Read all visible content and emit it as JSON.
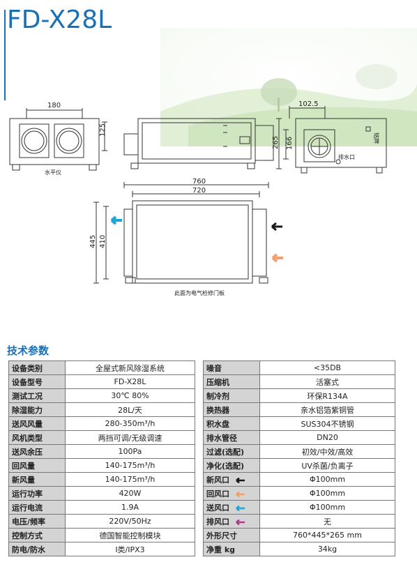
{
  "header": {
    "model": "FD-X28L"
  },
  "drawing": {
    "front_width": "180",
    "front_height": "125",
    "front_label": "水平仪",
    "side_height_outer": "265",
    "side_height_inner": "166",
    "side_offset": "102.5",
    "side_label_drain": "排水口",
    "side_label_tag": "铭牌",
    "top_width_outer": "760",
    "top_width_inner": "720",
    "top_height_outer": "445",
    "top_height_inner": "410",
    "top_caption": "此面为电气检修门板"
  },
  "specs": {
    "title": "技术参数",
    "left": [
      {
        "key": "设备类别",
        "value": "全屋式新风除湿系统"
      },
      {
        "key": "设备型号",
        "value": "FD-X28L"
      },
      {
        "key": "测试工况",
        "value": "30℃ 80%"
      },
      {
        "key": "除湿能力",
        "value": "28L/天"
      },
      {
        "key": "送风风量",
        "value": "280-350m³/h"
      },
      {
        "key": "风机类型",
        "value": "两挡可调/无级调速"
      },
      {
        "key": "送风余压",
        "value": "100Pa"
      },
      {
        "key": "回风量",
        "value": "140-175m³/h"
      },
      {
        "key": "新风量",
        "value": "140-175m³/h"
      },
      {
        "key": "运行功率",
        "value": "420W"
      },
      {
        "key": "运行电流",
        "value": "1.9A"
      },
      {
        "key": "电压/频率",
        "value": "220V/50Hz"
      },
      {
        "key": "控制方式",
        "value": "德国智能控制模块"
      },
      {
        "key": "防电/防水",
        "value": "I类/IPX3"
      }
    ],
    "right": [
      {
        "key": "噪音",
        "value": "<35DB"
      },
      {
        "key": "压缩机",
        "value": "活塞式"
      },
      {
        "key": "制冷剂",
        "value": "环保R134A"
      },
      {
        "key": "换热器",
        "value": "亲水铝箔紫铜管"
      },
      {
        "key": "积水盘",
        "value": "SUS304不锈钢"
      },
      {
        "key": "排水管径",
        "value": "DN20"
      },
      {
        "key": "过滤(选配)",
        "value": "初效/中效/高效"
      },
      {
        "key": "净化(选配)",
        "value": "UV杀菌/负离子"
      },
      {
        "key": "新风口",
        "value": "Φ100mm",
        "arrow": "#1a1a1a"
      },
      {
        "key": "回风口",
        "value": "Φ100mm",
        "arrow": "#f4a06c"
      },
      {
        "key": "送风口",
        "value": "Φ100mm",
        "arrow": "#1fa6d6"
      },
      {
        "key": "排风口",
        "value": "无",
        "arrow": "#b23a8a"
      },
      {
        "key": "外形尺寸",
        "value": "760*445*265 mm"
      },
      {
        "key": "净重 kg",
        "value": "34kg"
      }
    ]
  },
  "colors": {
    "brand": "#1a6fb5",
    "fresh_arrow": "#1a1a1a",
    "return_arrow": "#f4a06c",
    "supply_arrow": "#1fa6d6",
    "exhaust_arrow": "#b23a8a"
  }
}
